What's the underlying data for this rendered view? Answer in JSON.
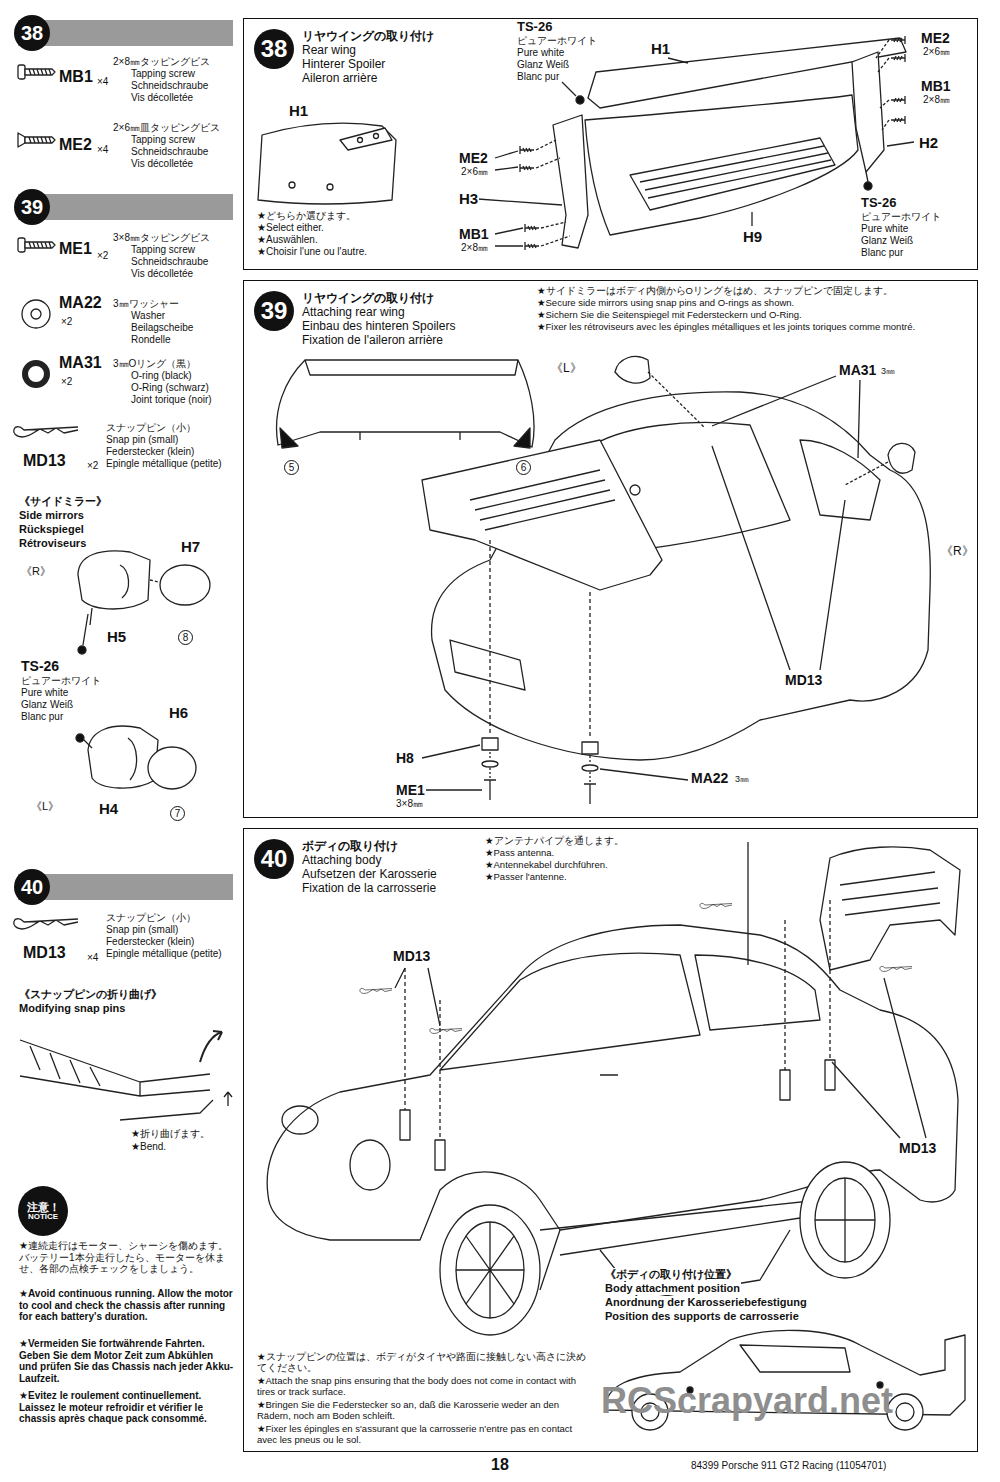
{
  "diagram": {
    "nodes": [
      {
        "text": [
          "38"
        ]
      },
      {
        "text": [
          "39"
        ]
      },
      {
        "text": [
          "40"
        ]
      },
      {
        "text": [
          "注意！",
          "NOTICE"
        ]
      },
      {
        "text": [
          "リヤウイングの取り付け",
          "Rear wing",
          "Hinterer Spoiler",
          "Aileron arrière"
        ]
      },
      {
        "text": [
          "38"
        ],
        "in": 4
      },
      {
        "text": [
          "リヤウイングの取り付け",
          "Attaching rear wing",
          "Einbau des hinteren Spoilers",
          "Fixation de l'aileron arrière"
        ]
      },
      {
        "text": [
          "39"
        ],
        "in": 6
      },
      {
        "text": [
          "ボディの取り付け",
          "Attaching body",
          "Aufsetzen der Karosserie",
          "Fixation de la carrosserie"
        ]
      },
      {
        "text": [
          "40"
        ],
        "in": 8
      }
    ],
    "labels": [
      "MB1",
      "×4",
      "2×8㎜タッピングビス",
      "Tapping screw",
      "Schneidschraube",
      "Vis décolletée",
      "ME2",
      "×4",
      "2×6㎜皿タッピングビス",
      "Tapping screw",
      "Schneidschraube",
      "Vis décolletée",
      "ME1",
      "×2",
      "3×8㎜タッピングビス",
      "Tapping screw",
      "Schneidschraube",
      "Vis décolletée",
      "MA22",
      "×2",
      "3㎜ワッシャー",
      "Washer",
      "Beilagscheibe",
      "Rondelle",
      "MA31",
      "×2",
      "3㎜Oリング（黒）",
      "O-ring (black)",
      "O-Ring (schwarz)",
      "Joint torique (noir)",
      "MD13",
      "×2",
      "スナップピン（小）",
      "Snap pin (small)",
      "Federstecker (klein)",
      "Epingle métallique (petite)",
      "《サイドミラー》",
      "Side mirrors",
      "Rückspiegel",
      "Rétroviseurs",
      "《R》",
      "H7",
      "H5",
      "8",
      "TS-26",
      "ピュアーホワイト",
      "Pure white",
      "Glanz Weiß",
      "Blanc pur",
      "H6",
      "H4",
      "7",
      "《L》",
      "MD13",
      "×4",
      "スナップピン（小）",
      "Snap pin (small)",
      "Federstecker (klein)",
      "Epingle métallique (petite)",
      "《スナップピンの折り曲げ》",
      "Modifying snap pins",
      "★折り曲げます。",
      "★Bend.",
      "★連続走行はモーター、シャーシを傷めます。バッテリー1本分走行したら、モーターを休ませ、各部の点検チェックをしましょう。",
      "★Avoid continuous running. Allow the motor to cool and check the chassis after running for each battery's duration.",
      "★Vermeiden Sie fortwährende Fahrten. Geben Sie dem Motor Zeit zum Abkühlen und prüfen Sie das Chassis nach jeder Akku-Laufzeit.",
      "★Evitez le roulement continuellement. Laissez le moteur refroidir et vérifier le chassis après chaque pack consommé.",
      "H1",
      "★どちらか選びます。",
      "★Select either.",
      "★Auswählen.",
      "★Choisir l'une ou l'autre.",
      "TS-26",
      "ピュアーホワイト",
      "Pure white",
      "Glanz Weiß",
      "Blanc pur",
      "H1",
      "ME2",
      "2×6㎜",
      "MB1",
      "2×8㎜",
      "H2",
      "TS-26",
      "ピュアーホワイト",
      "Pure white",
      "Glanz Weiß",
      "Blanc pur",
      "ME2",
      "2×6㎜",
      "H3",
      "MB1",
      "2×8㎜",
      "H9",
      "★サイドミラーはボディ内側からOリングをはめ、スナップピンで固定します。",
      "★Secure side mirrors using snap pins and O-rings as shown.",
      "★Sichern Sie die Seitenspiegel mit Federsteckern und O-Ring.",
      "★Fixer les rétroviseurs avec les épingles métalliques et les joints toriques comme montré.",
      "5",
      "6",
      "《L》",
      "MA31",
      "3㎜",
      "《R》",
      "MD13",
      "H8",
      "MA22",
      "3㎜",
      "ME1",
      "3×8㎜",
      "★アンテナパイプを通します。",
      "★Pass antenna.",
      "★Antennekabel durchführen.",
      "★Passer l'antenne.",
      "MD13",
      "MD13",
      "《ボディの取り付け位置》",
      "Body attachment position",
      "Anordnung der Karosseriebefestigung",
      "Position des supports de carrosserie",
      "★スナップピンの位置は、ボディがタイヤや路面に接触しない高さに決めてください。",
      "★Attach the snap pins ensuring that the body does not come in contact with tires or track surface.",
      "★Bringen Sie die Federstecker so an, daß die Karosserie weder an den Rädern, noch am Boden schleift.",
      "★Fixer les épingles en s'assurant que la carrosserie n'entre pas en contact avec les pneus ou le sol.",
      "18",
      "84399 Porsche 911 GT2 Racing (11054701)",
      "RCScrapyard.net"
    ]
  }
}
